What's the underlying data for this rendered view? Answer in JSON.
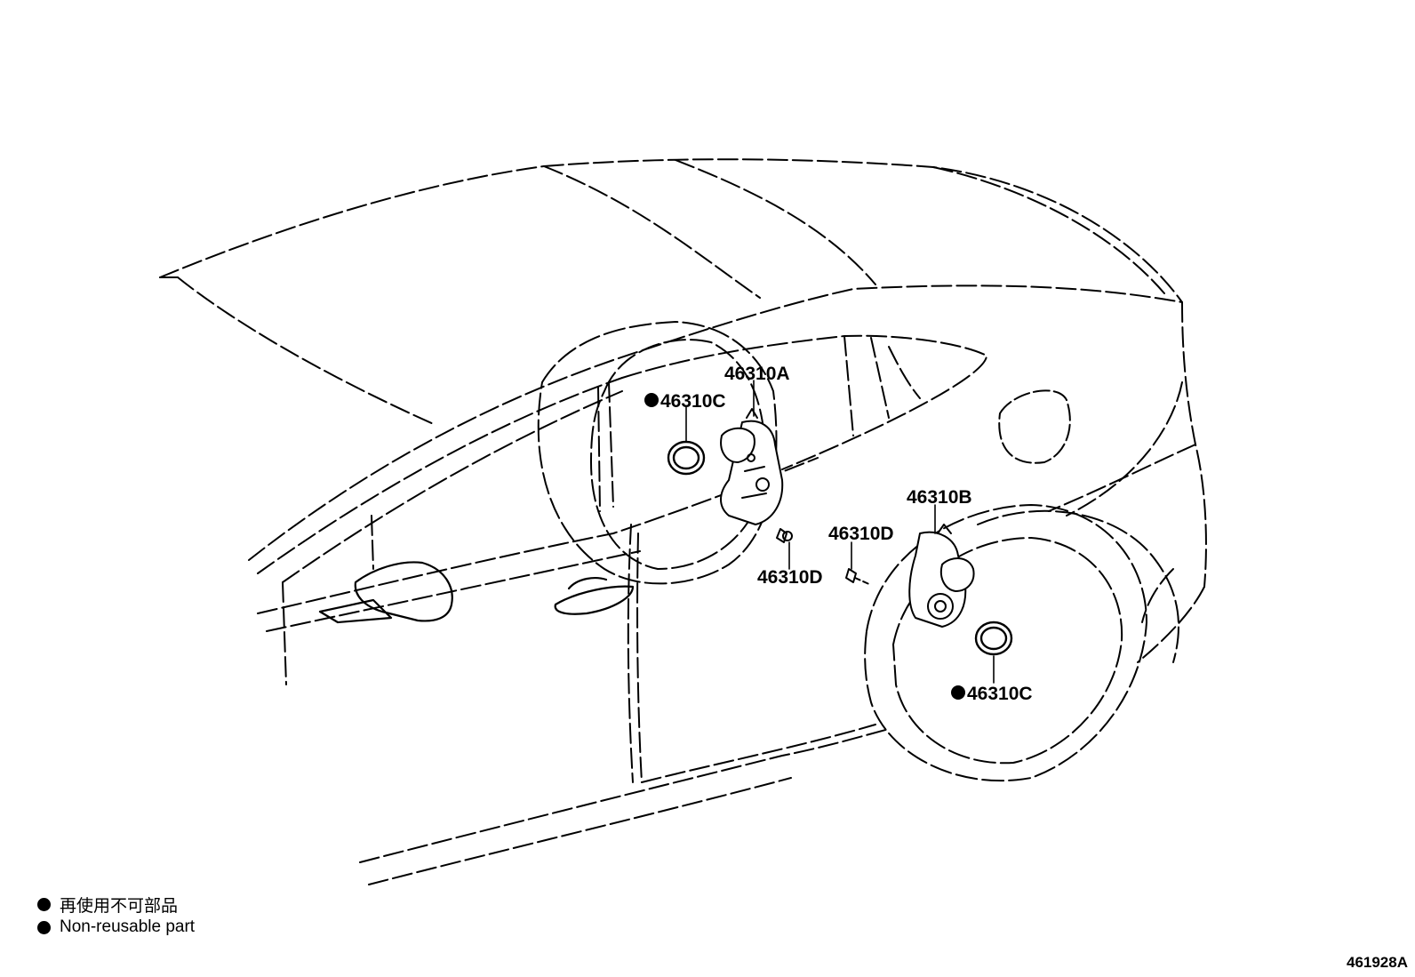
{
  "callouts": {
    "regulator_a": "46310A",
    "gasket_front": "46310C",
    "regulator_b": "46310B",
    "bolt_front": "46310D",
    "bolt_rear": "46310D",
    "gasket_rear": "46310C"
  },
  "legend": {
    "items": [
      {
        "symbol": "filled-circle",
        "text": "再使用不可部品"
      },
      {
        "symbol": "filled-circle",
        "text": "Non-reusable part"
      }
    ]
  },
  "figure_id": "461928A"
}
